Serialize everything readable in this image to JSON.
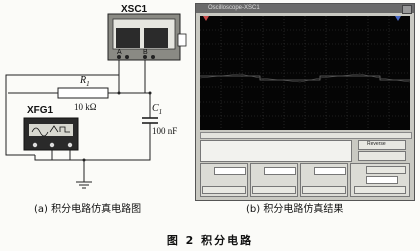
{
  "circuit": {
    "scope_name": "XSC1",
    "scope_ch_a": "A",
    "scope_ch_b": "B",
    "generator_name": "XFG1",
    "resistor_name": "R",
    "resistor_sub": "1",
    "resistor_value": "10 kΩ",
    "capacitor_name": "C",
    "capacitor_sub": "1",
    "capacitor_value": "100 nF"
  },
  "oscilloscope": {
    "title": "Oscilloscope-XSC1",
    "button_reverse": "Reverse"
  },
  "captions": {
    "a": "(a) 积分电路仿真电路图",
    "b": "(b) 积分电路仿真结果",
    "figure": "图 2   积分电路"
  }
}
